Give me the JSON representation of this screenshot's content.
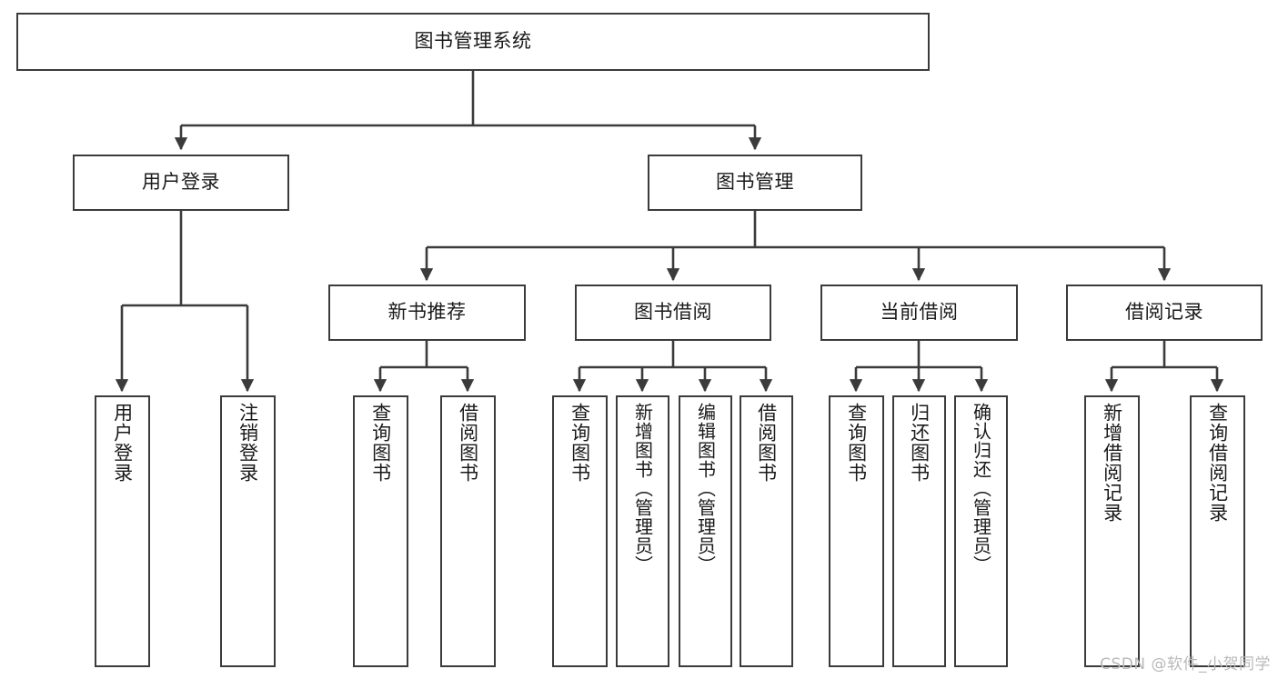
{
  "diagram": {
    "title": "图书管理系统",
    "type": "hierarchy-tree",
    "watermark": "CSDN @软件_小贺同学",
    "colors": {
      "box_border": "#3b3b3b",
      "box_fill": "#ffffff",
      "connector": "#3b3b3b",
      "text": "#1a1a1a",
      "watermark": "#b9b9b9"
    },
    "root": {
      "label": "图书管理系统"
    },
    "level1": [
      {
        "label": "用户登录"
      },
      {
        "label": "图书管理"
      }
    ],
    "level2": [
      {
        "label": "新书推荐"
      },
      {
        "label": "图书借阅"
      },
      {
        "label": "当前借阅"
      },
      {
        "label": "借阅记录"
      }
    ],
    "leaves": {
      "user_login": [
        {
          "label": "用户登录"
        },
        {
          "label": "注销登录"
        }
      ],
      "new_book_recommend": [
        {
          "label": "查询图书"
        },
        {
          "label": "借阅图书"
        }
      ],
      "book_borrow": [
        {
          "label": "查询图书"
        },
        {
          "label": "新增图书（管理员）"
        },
        {
          "label": "编辑图书（管理员）"
        },
        {
          "label": "借阅图书"
        }
      ],
      "current_borrow": [
        {
          "label": "查询图书"
        },
        {
          "label": "归还图书"
        },
        {
          "label": "确认归还（管理员）"
        }
      ],
      "borrow_record": [
        {
          "label": "新增借阅记录"
        },
        {
          "label": "查询借阅记录"
        }
      ]
    }
  }
}
